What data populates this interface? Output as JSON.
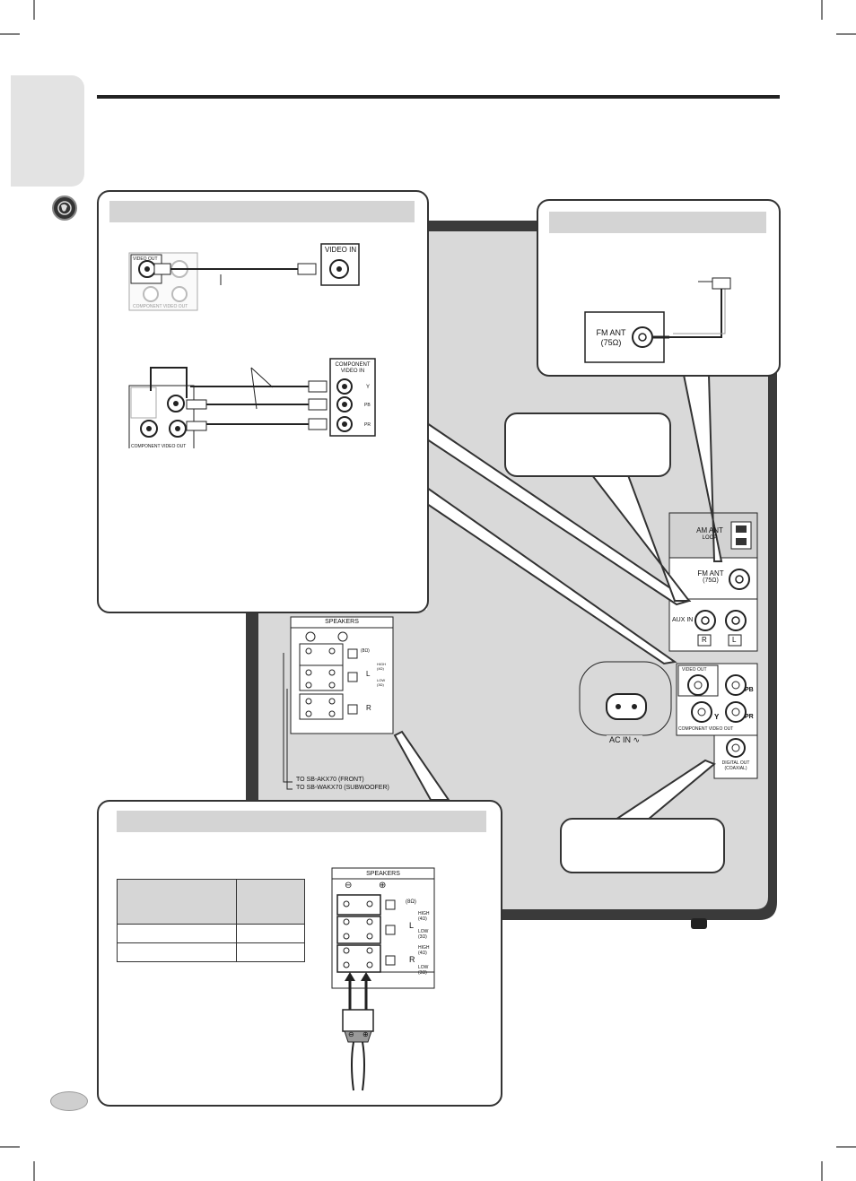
{
  "video_diagram": {
    "video_out": "VIDEO OUT",
    "video_in": "VIDEO IN",
    "component_video_out": "COMPONENT VIDEO OUT",
    "component_video_in_line1": "COMPONENT",
    "component_video_in_line2": "VIDEO IN",
    "y": "Y",
    "pb": "PB",
    "pr": "PR"
  },
  "antenna_diagram": {
    "fm_ant": "FM ANT",
    "fm_ohm": "(75Ω)"
  },
  "rear_panel": {
    "am_ant": "AM ANT",
    "loop": "LOOP",
    "fm_ant": "FM ANT",
    "fm_ohm": "(75Ω)",
    "aux_in": "AUX IN",
    "r": "R",
    "l": "L",
    "video_out": "VIDEO OUT",
    "y": "Y",
    "pb": "PB",
    "pr": "PR",
    "component_video_out": "COMPONENT VIDEO OUT",
    "ac_in": "AC IN ∿",
    "digital_out": "DIGITAL OUT",
    "coaxial": "(COAXIAL)",
    "speakers": "SPEAKERS",
    "ohm8": "(8Ω)",
    "high4": "HIGH (4Ω)",
    "low3": "LOW (3Ω)",
    "to_front": "TO SB-AKX70 (FRONT)",
    "to_sub": "TO SB-WAKX70 (SUBWOOFER)"
  },
  "speaker_diagram": {
    "speakers": "SPEAKERS",
    "ohm8": "(8Ω)",
    "high": "HIGH",
    "high_ohm": "(4Ω)",
    "low": "LOW",
    "low_ohm": "(3Ω)",
    "minus": "⊖",
    "plus": "⊕",
    "l": "L",
    "r": "R"
  },
  "colors": {
    "panel_gray": "#d9d9d9",
    "header_gray": "#d4d4d4",
    "device_border": "#3a3a3a"
  }
}
